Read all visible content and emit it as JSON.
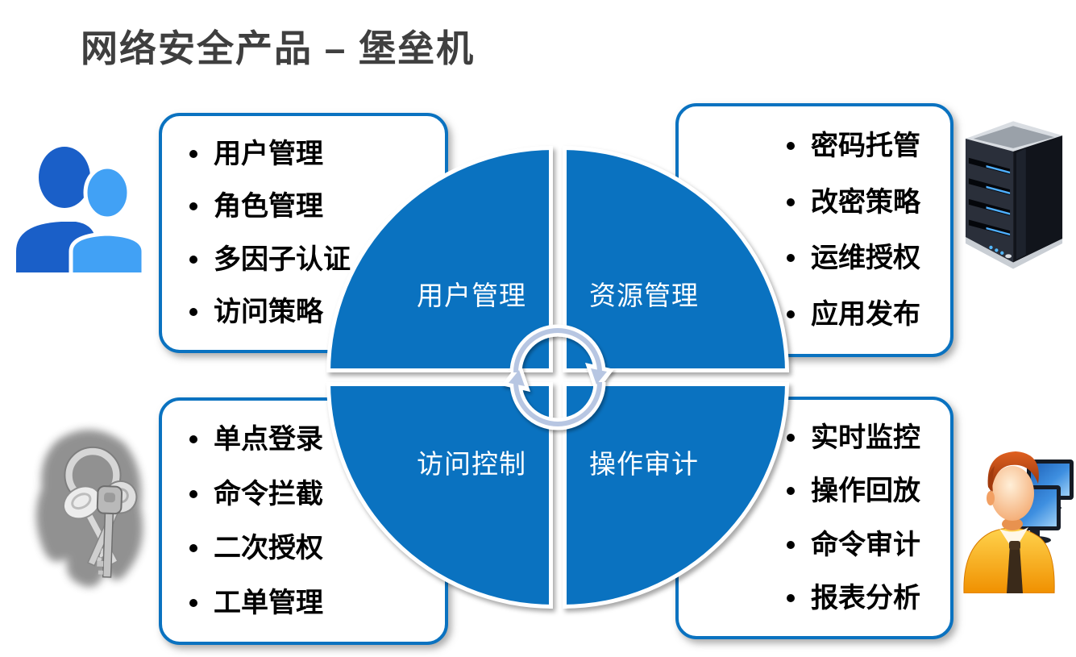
{
  "title": "网络安全产品 – 堡垒机",
  "wheel": {
    "segments": [
      {
        "label": "用户管理"
      },
      {
        "label": "资源管理"
      },
      {
        "label": "访问控制"
      },
      {
        "label": "操作审计"
      }
    ],
    "center_icon": "sync-arrows-icon"
  },
  "boxes": {
    "top_left": {
      "items": [
        "用户管理",
        "角色管理",
        "多因子认证",
        "访问策略"
      ]
    },
    "top_right": {
      "items": [
        "密码托管",
        "改密策略",
        "运维授权",
        "应用发布"
      ]
    },
    "bottom_left": {
      "items": [
        "单点登录",
        "命令拦截",
        "二次授权",
        "工单管理"
      ]
    },
    "bottom_right": {
      "items": [
        "实时监控",
        "操作回放",
        "命令审计",
        "报表分析"
      ]
    }
  },
  "icons": {
    "top_left": "users-icon",
    "top_right": "server-icon",
    "bottom_left": "keys-icon",
    "bottom_right": "operator-with-monitors-icon"
  },
  "colors": {
    "wheel_blue": "#0A72C0",
    "card_border_blue": "#0A72C0",
    "title_gray": "#3F3F3F",
    "list_text": "#000000",
    "segment_label": "#FFFFFF",
    "person_dark_blue": "#1A5FC8",
    "person_light_blue": "#41A1F5",
    "arrow_inner_blue": "#B7C6E2"
  }
}
